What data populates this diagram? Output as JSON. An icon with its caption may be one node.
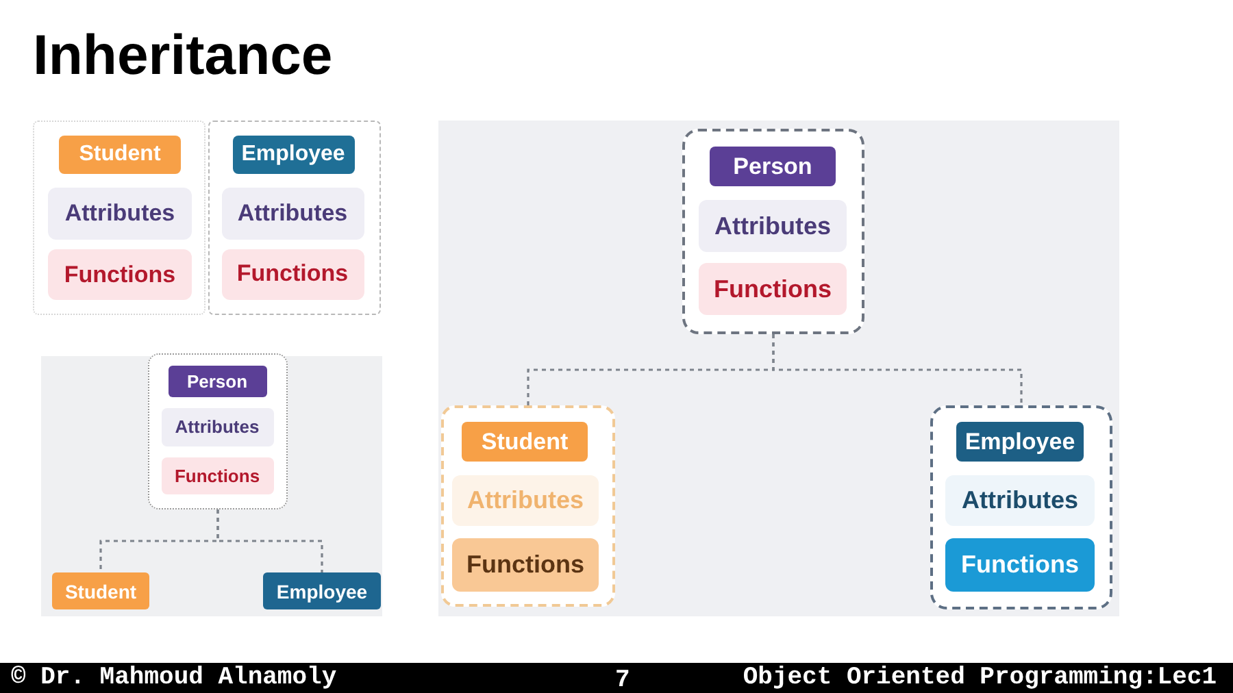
{
  "diagram": {
    "title": "Inheritance",
    "nodes": [
      {
        "text": [],
        "shape": "box"
      },
      {
        "text": [
          "Student"
        ],
        "in": 0
      },
      {
        "text": [
          "Attributes"
        ],
        "in": 0
      },
      {
        "text": [
          "Functions"
        ],
        "in": 0
      },
      {
        "text": [],
        "shape": "box"
      },
      {
        "text": [
          "Employee"
        ],
        "in": 4
      },
      {
        "text": [
          "Attributes"
        ],
        "in": 4
      },
      {
        "text": [
          "Functions"
        ],
        "in": 4
      },
      {
        "text": [],
        "shape": "box"
      },
      {
        "text": [
          "Person"
        ],
        "in": 8
      },
      {
        "text": [
          "Attributes"
        ],
        "in": 8
      },
      {
        "text": [
          "Functions"
        ],
        "in": 8
      },
      {
        "text": [
          "Student"
        ]
      },
      {
        "text": [
          "Employee"
        ]
      },
      {
        "text": [],
        "shape": "box"
      },
      {
        "text": [
          "Person"
        ],
        "in": 14
      },
      {
        "text": [
          "Attributes"
        ],
        "in": 14
      },
      {
        "text": [
          "Functions"
        ],
        "in": 14
      },
      {
        "text": [],
        "shape": "box"
      },
      {
        "text": [
          "Student"
        ],
        "in": 18
      },
      {
        "text": [
          "Attributes"
        ],
        "in": 18
      },
      {
        "text": [
          "Functions"
        ],
        "in": 18
      },
      {
        "text": [],
        "shape": "box"
      },
      {
        "text": [
          "Employee"
        ],
        "in": 22
      },
      {
        "text": [
          "Attributes"
        ],
        "in": 22
      },
      {
        "text": [
          "Functions"
        ],
        "in": 22
      }
    ],
    "edges": [
      {
        "from": 8,
        "to": 12,
        "arrow": "none",
        "style": "dashed"
      },
      {
        "from": 8,
        "to": 13,
        "arrow": "none",
        "style": "dashed"
      },
      {
        "from": 14,
        "to": 18,
        "arrow": "none",
        "style": "dashed"
      },
      {
        "from": 14,
        "to": 22,
        "arrow": "none",
        "style": "dashed"
      }
    ],
    "labels": [
      "© Dr. Mahmoud Alnamoly",
      "7",
      "Object Oriented Programming:Lec1"
    ]
  }
}
